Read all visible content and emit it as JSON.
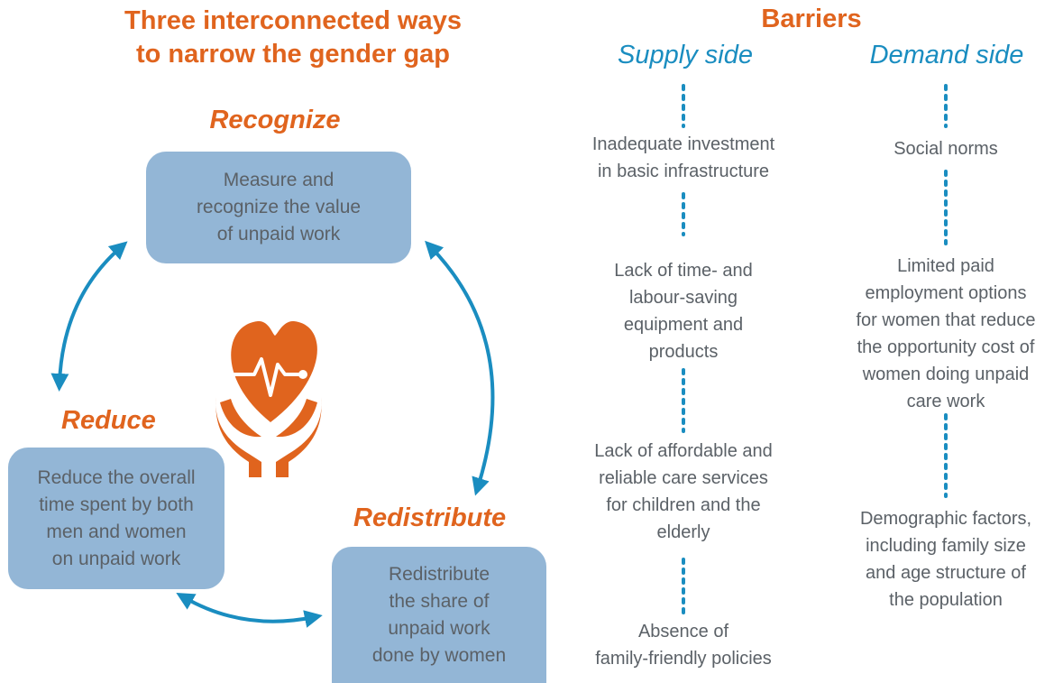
{
  "left": {
    "title_line1": "Three interconnected ways",
    "title_line2": "to narrow the gender gap",
    "recognize": {
      "title": "Recognize",
      "line1": "Measure and",
      "line2": "recognize the value",
      "line3": "of unpaid work"
    },
    "reduce": {
      "title": "Reduce",
      "line1": "Reduce the overall",
      "line2": "time spent by both",
      "line3": "men and women",
      "line4": "on unpaid work"
    },
    "redistribute": {
      "title": "Redistribute",
      "line1": "Redistribute",
      "line2": "the share of",
      "line3": "unpaid work",
      "line4": "done by women"
    },
    "icon": "heart-hands-icon"
  },
  "right": {
    "title": "Barriers",
    "supply": {
      "heading": "Supply side",
      "items": [
        [
          "Inadequate investment",
          "in basic infrastructure"
        ],
        [
          "Lack of time- and",
          "labour-saving",
          "equipment and",
          "products"
        ],
        [
          "Lack of affordable and",
          "reliable care services",
          "for children and the",
          "elderly"
        ],
        [
          "Absence of",
          "family-friendly policies"
        ]
      ]
    },
    "demand": {
      "heading": "Demand side",
      "items": [
        [
          "Social norms"
        ],
        [
          "Limited paid",
          "employment options",
          "for women that reduce",
          "the opportunity cost of",
          "women doing unpaid",
          "care work"
        ],
        [
          "Demographic factors,",
          "including family size",
          "and age structure of",
          "the population"
        ]
      ]
    }
  },
  "colors": {
    "orange": "#e0641e",
    "blue_box": "#93b6d6",
    "arrow_blue": "#1a8dc0",
    "text_gray": "#5b6167"
  }
}
